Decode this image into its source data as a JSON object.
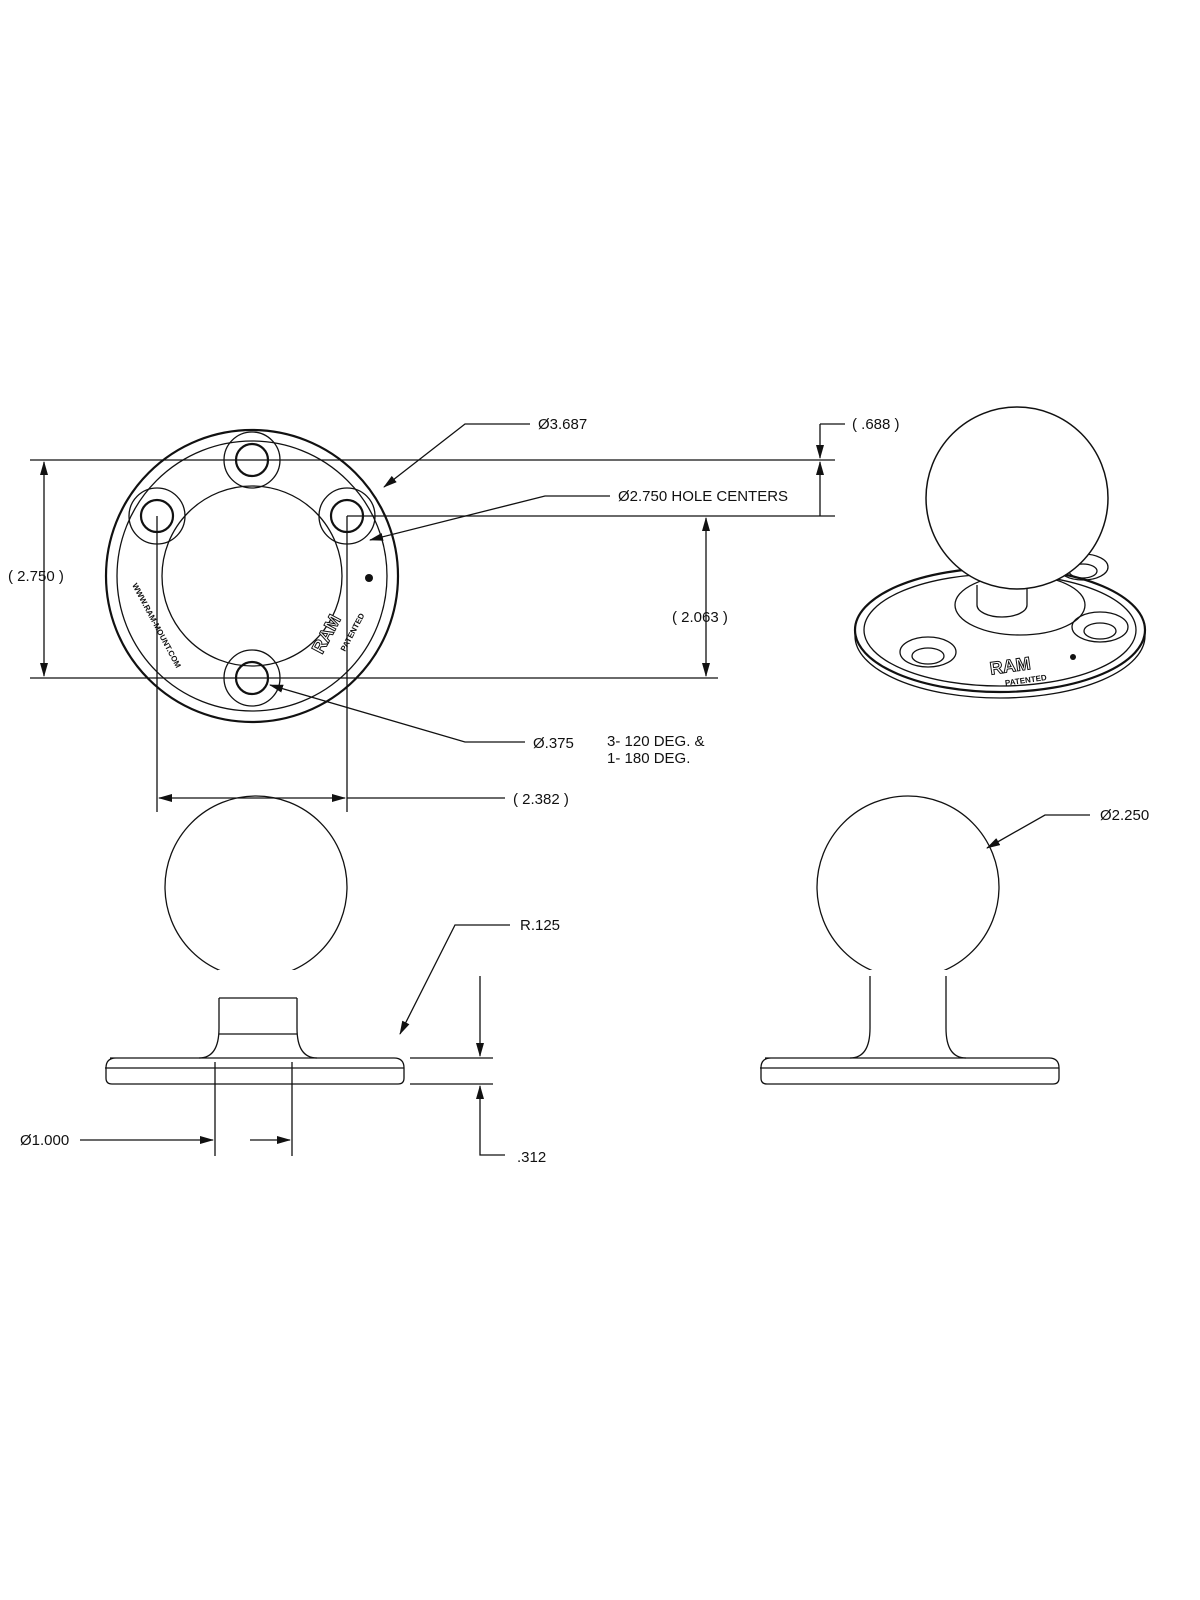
{
  "drawing": {
    "dim_outer_diameter": "Ø3.687",
    "dim_hole_centers": "Ø2.750 HOLE CENTERS",
    "dim_offset_688": "( .688 )",
    "dim_height_2750": "( 2.750 )",
    "dim_height_2063": "( 2.063 )",
    "dim_hole_diameter": "Ø.375",
    "hole_note_line1": "3- 120 DEG. &",
    "hole_note_line2": "1- 180 DEG.",
    "dim_width_2382": "( 2.382 )",
    "dim_ball_diameter": "Ø2.250",
    "dim_radius": "R.125",
    "dim_neck_diameter": "Ø1.000",
    "dim_base_thickness": ".312",
    "part_text_url": "WWW.RAM-MOUNT.COM",
    "part_logo": "RAM",
    "part_patented": "PATENTED"
  }
}
